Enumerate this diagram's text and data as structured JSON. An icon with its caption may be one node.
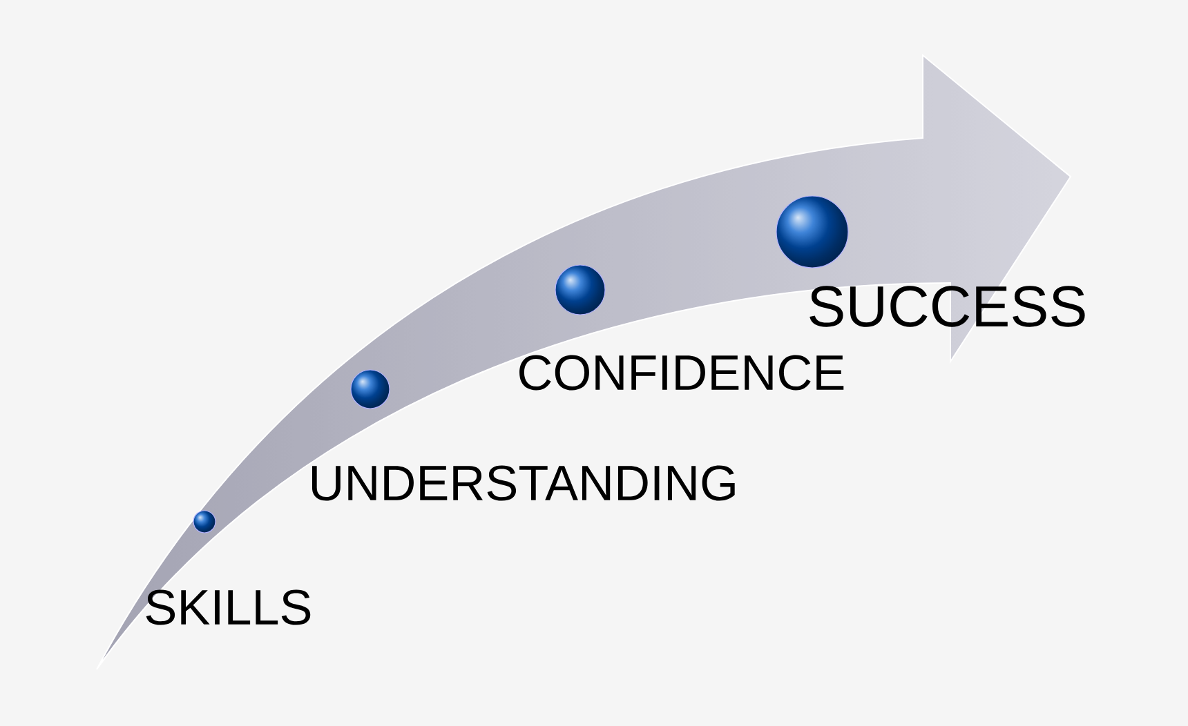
{
  "diagram": {
    "nodes": [
      {
        "text": [],
        "shape": "circle",
        "beside": [
          "SKILLS"
        ]
      },
      {
        "text": [],
        "shape": "circle",
        "beside": [
          "UNDERSTANDING"
        ]
      },
      {
        "text": [],
        "shape": "circle",
        "beside": [
          "CONFIDENCE"
        ]
      },
      {
        "text": [],
        "shape": "circle",
        "beside": [
          "SUCCESS"
        ]
      }
    ]
  }
}
